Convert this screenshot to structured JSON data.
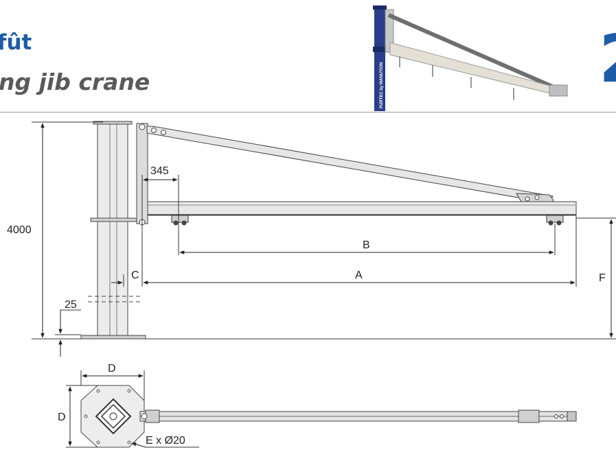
{
  "header": {
    "title_fr": "fût",
    "title_en": "ng jib crane",
    "page_number": "2"
  },
  "photo": {
    "brand_text": "PURTEC by MANUTION"
  },
  "dimensions": {
    "height": "4000",
    "offset_345": "345",
    "span_a": "A",
    "span_b": "B",
    "offset_c": "C",
    "base_25": "25",
    "height_f": "F",
    "plate_d_width": "D",
    "plate_d_height": "D",
    "bolts": "E x Ø20"
  },
  "colors": {
    "title_blue": "#1f5ca8",
    "column_blue": "#2a3e8c",
    "steel_grey": "#d9d9d9",
    "line_dark": "#333333"
  }
}
